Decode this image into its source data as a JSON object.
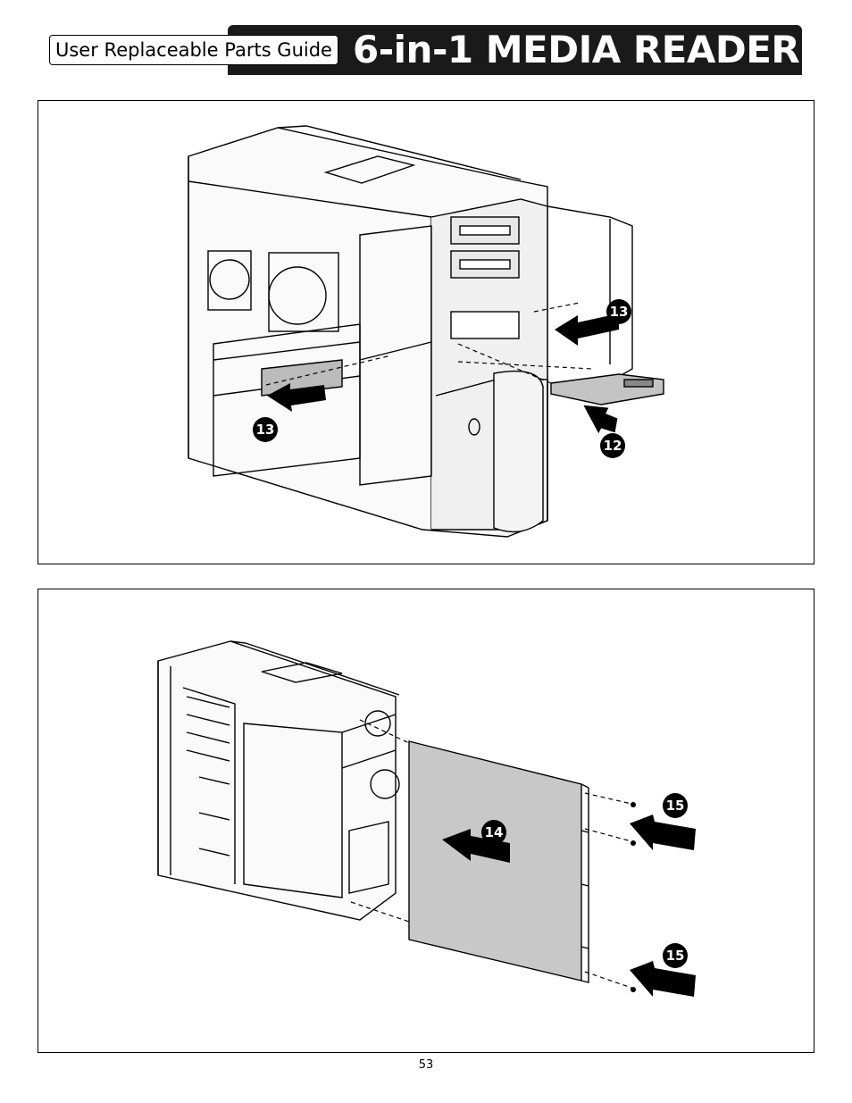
{
  "header": {
    "guide_label": "User Replaceable Parts Guide",
    "title": "6-in-1 MEDIA READER"
  },
  "figure_1": {
    "callouts": [
      "13",
      "13",
      "12"
    ]
  },
  "figure_2": {
    "callouts": [
      "14",
      "15",
      "15"
    ]
  },
  "footer": {
    "page_number": "53"
  }
}
